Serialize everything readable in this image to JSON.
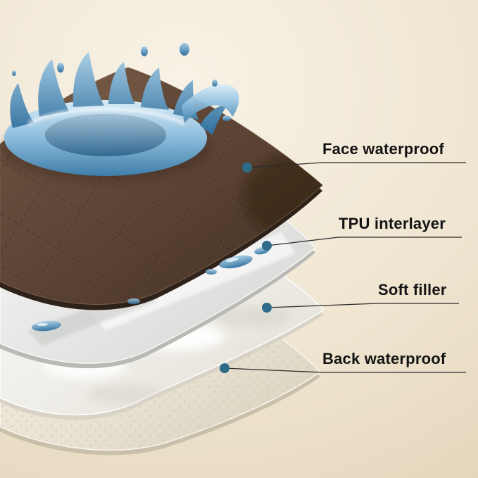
{
  "diagram": {
    "type": "product-layer-diagram",
    "subject": "waterproof pad layer structure"
  },
  "callouts": [
    {
      "label": "Face waterproof"
    },
    {
      "label": "TPU interlayer"
    },
    {
      "label": "Soft filler"
    },
    {
      "label": "Back waterproof"
    }
  ],
  "colors": {
    "dot": "#2e6b89",
    "connector": "#2b2b2b",
    "label_text": "#141414",
    "background_center": "#f8f2e6",
    "background_edge": "#e0d1b5",
    "face_layer_brown": "#5a4233",
    "tpu_layer": "#e6e7e5",
    "soft_filler": "#efede7",
    "back_layer": "#e9e3d4",
    "water_blue": "#5e9cc6"
  }
}
